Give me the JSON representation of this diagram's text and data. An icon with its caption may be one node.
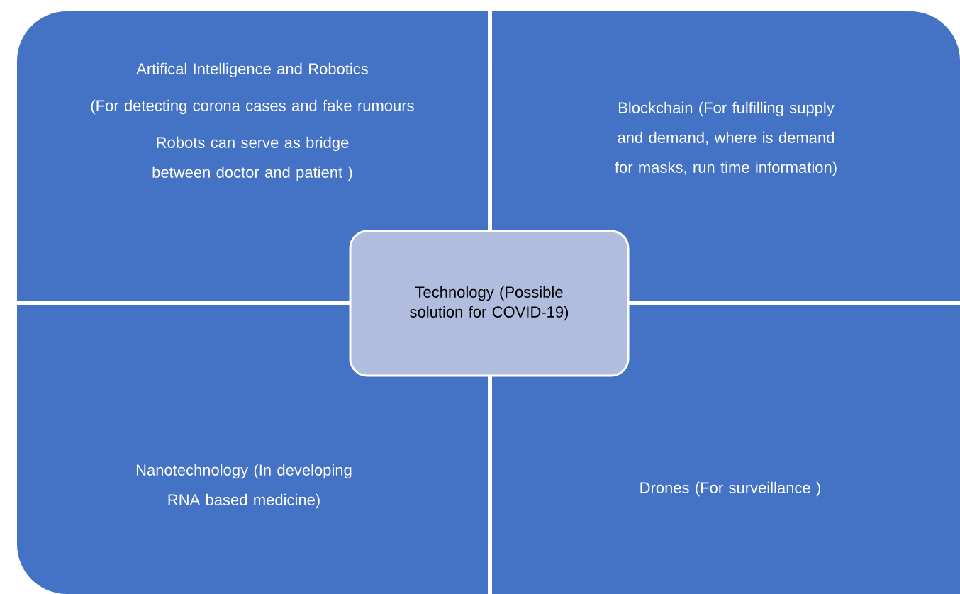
{
  "diagram": {
    "nodes": [
      {
        "text": [
          "Artifical Intelligence and Robotics",
          "(For detecting corona cases and fake rumours",
          "Robots can serve as bridge between doctor and patient )"
        ]
      },
      {
        "text": [
          "Blockchain (For fulfilling supply and demand, where is demand for masks, run time information)"
        ]
      },
      {
        "text": [
          "Nanotechnology (In developing RNA based medicine)"
        ]
      },
      {
        "text": [
          "Drones (For surveillance )"
        ]
      },
      {
        "text": [
          "Technology (Possible solution for COVID-19)"
        ]
      }
    ],
    "edges": []
  }
}
